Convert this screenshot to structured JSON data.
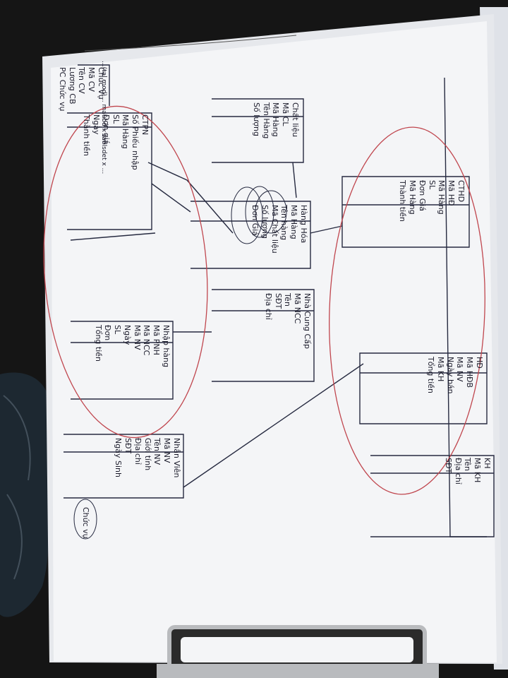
{
  "colors": {
    "background": "#151515",
    "paper": "#f4f5f7",
    "ink": "#1a1a2a",
    "red_ink": "#c0464e",
    "clipboard": "#b9bbbe",
    "plastic": "#1e2a34"
  },
  "header_scribble": "...(tal mod)... maubd x tablsdet x ...",
  "entities": {
    "chuc_vu": {
      "title": "Chức Vụ",
      "attrs": [
        "Mã CV",
        "Tên CV",
        "Lương CB",
        "PC Chức vụ"
      ]
    },
    "chat_lieu": {
      "title": "Chất liệu",
      "attrs": [
        "Mã CL",
        "Mã Hàng",
        "Tên Hàng",
        "Số lượng"
      ]
    },
    "cthd": {
      "title": "CTHD",
      "attrs": [
        "Mã HĐ",
        "Mã Hàng",
        "SL",
        "Đơn Giá",
        "Mã Hàng",
        "Thành tiền"
      ]
    },
    "hang_hoa": {
      "title": "Hàng Hóa",
      "attrs": [
        "Mã Hàng",
        "Tên hàng",
        "Mã Chất liệu",
        "Số lượng",
        "Đơn Giá"
      ]
    },
    "ctpn": {
      "title": "CTPN",
      "attrs": [
        "Số Phiếu nhập",
        "Mã Hàng",
        "SL",
        "Đơn giá",
        "Ngày",
        "Thành tiền"
      ]
    },
    "hd": {
      "title": "HĐ",
      "attrs": [
        "Mã HĐB",
        "Mã NV",
        "Ngày bán",
        "Mã KH",
        "Tổng tiền"
      ]
    },
    "nha_cung_cap": {
      "title": "Nhà Cung Cấp",
      "attrs": [
        "Mã NCC",
        "Tên",
        "SĐT",
        "Địa chỉ"
      ]
    },
    "nhap_hang": {
      "title": "Nhập hàng",
      "attrs": [
        "Mã PNH",
        "Mã NCC",
        "Mã NV",
        "Ngày",
        "SL",
        "Đơn",
        "Tổng tiền"
      ]
    },
    "kh": {
      "title": "KH",
      "attrs": [
        "Mã KH",
        "Tên",
        "Địa chỉ",
        "SĐT"
      ]
    },
    "nhan_vien": {
      "title": "Nhân Viên",
      "attrs": [
        "Mã NV",
        "Tên NV",
        "Giới tính",
        "Địa chỉ",
        "SĐT",
        "Ngày Sinh"
      ]
    },
    "chuc_vu_note": {
      "title": "Chức vụ"
    }
  }
}
